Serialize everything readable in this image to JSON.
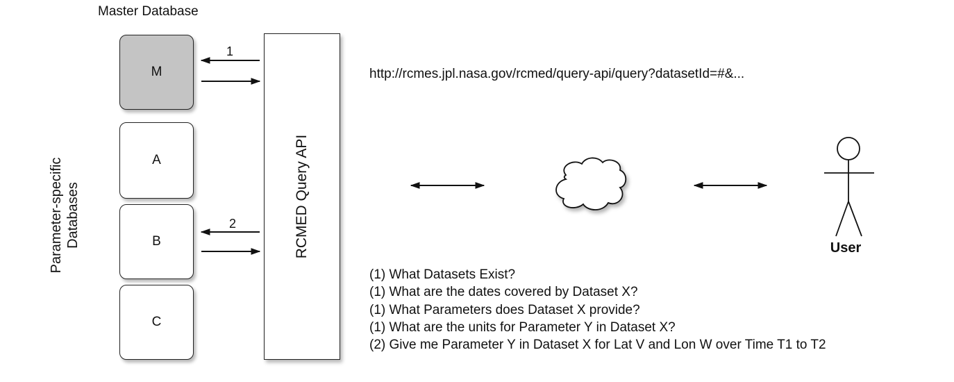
{
  "master_title": "Master Database",
  "side_label": "Parameter-specific Databases",
  "databases": [
    {
      "label": "M",
      "fill": "#c4c4c4"
    },
    {
      "label": "A",
      "fill": "#ffffff"
    },
    {
      "label": "B",
      "fill": "#ffffff"
    },
    {
      "label": "C",
      "fill": "#ffffff"
    }
  ],
  "api_label": "RCMED Query API",
  "arrow_labels": {
    "first": "1",
    "second": "2"
  },
  "url": "http://rcmes.jpl.nasa.gov/rcmed/query-api/query?datasetId=#&...",
  "user_label": "User",
  "icons": {
    "cloud": "cloud-icon",
    "user": "stick-figure-icon"
  },
  "questions": [
    "(1) What Datasets Exist?",
    "(1) What are the dates covered by Dataset X?",
    "(1) What Parameters does Dataset X provide?",
    "(1) What are the units for Parameter Y in Dataset X?",
    "(2) Give me Parameter Y in Dataset X for Lat V and Lon W over Time T1 to T2"
  ]
}
